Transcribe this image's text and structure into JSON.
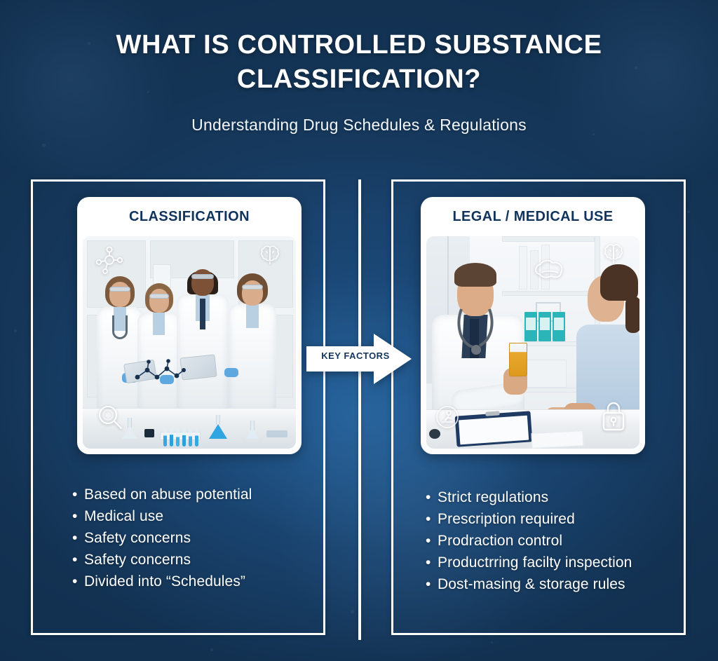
{
  "header": {
    "title": "WHAT IS CONTROLLED SUBSTANCE CLASSIFICATION?",
    "subtitle": "Understanding Drug Schedules & Regulations"
  },
  "theme": {
    "background_dark": "#0d2744",
    "background_mid": "#1d4a7c",
    "card_background": "#ffffff",
    "heading_color": "#11345c",
    "text_color": "#ffffff",
    "frame_color": "#ffffff"
  },
  "arrow": {
    "label": "KEY FACTORS",
    "direction": "right",
    "fill": "#ffffff",
    "label_color": "#14365e"
  },
  "panels": [
    {
      "id": "classification",
      "title": "CLASSIFICATION",
      "photo": {
        "alt": "Four scientists in white lab coats and safety goggles reviewing a tablet in a laboratory with flasks of blue liquid",
        "icons": [
          "molecule-icon",
          "brain-icon",
          "magnifier-icon"
        ]
      },
      "bullets": [
        "Based on abuse potential",
        "Medical use",
        "Safety concerns",
        "Safety concerns",
        "Divided into “Schedules”"
      ]
    },
    {
      "id": "legal-medical-use",
      "title": "LEGAL / MEDICAL USE",
      "photo": {
        "alt": "Doctor in white coat with stethoscope showing an orange prescription pill bottle to a seated female patient",
        "icons": [
          "brain-icon",
          "capsule-icon",
          "lock-icon",
          "microscope-circle-icon"
        ]
      },
      "bullets": [
        "Strict regulations",
        "Prescription required",
        "Prodraction control",
        "Productrring facilty inspection",
        "Dost-masing & storage rules"
      ]
    }
  ]
}
